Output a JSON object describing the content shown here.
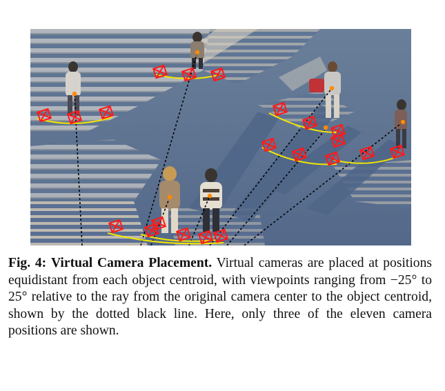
{
  "figure": {
    "description_icon": "point-cloud-scene-with-virtual-cameras",
    "colors": {
      "background": "#5a7394",
      "camera": "#ff1a1a",
      "arc": "#f2e600",
      "centroid": "#ff8a00",
      "ray": "#000000"
    }
  },
  "caption": {
    "label": "Fig. 4:",
    "title": "Virtual Camera Placement.",
    "body": "Virtual cameras are placed at positions equidistant from each object centroid, with viewpoints ranging from −25° to 25° relative to the ray from the original camera center to the object centroid, shown by the dotted black line. Here, only three of the eleven camera positions are shown."
  }
}
